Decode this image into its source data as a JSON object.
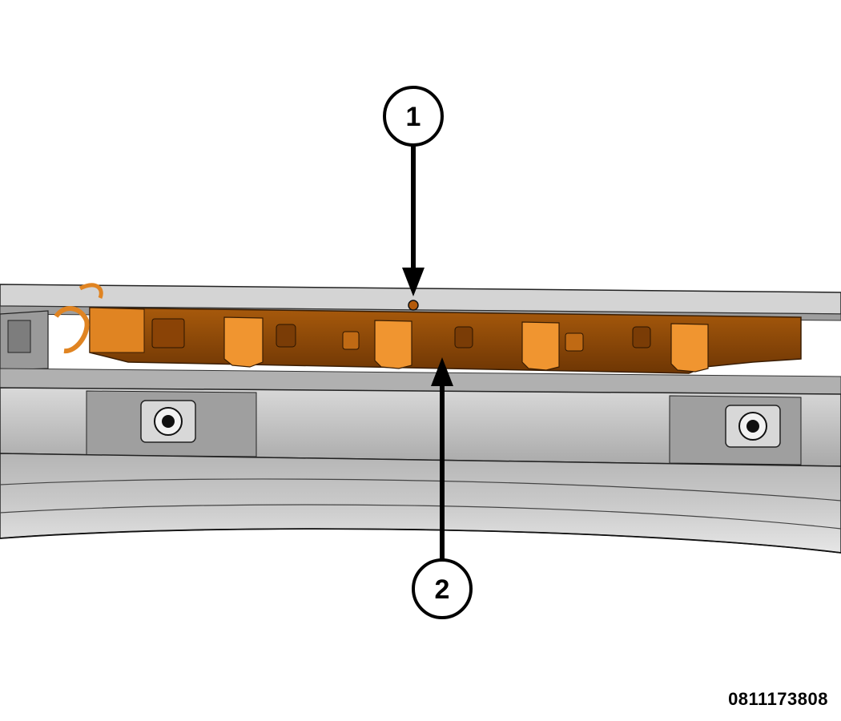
{
  "figure": {
    "id_label": "0811173808"
  },
  "callouts": [
    {
      "number": "1"
    },
    {
      "number": "2"
    }
  ],
  "colors": {
    "bracket": "#c86a10",
    "bracket_light": "#f0952a",
    "bracket_dark": "#8a4306",
    "body_gray": "#bfbfbf",
    "body_dark": "#8c8c8c",
    "outline": "#222222"
  }
}
